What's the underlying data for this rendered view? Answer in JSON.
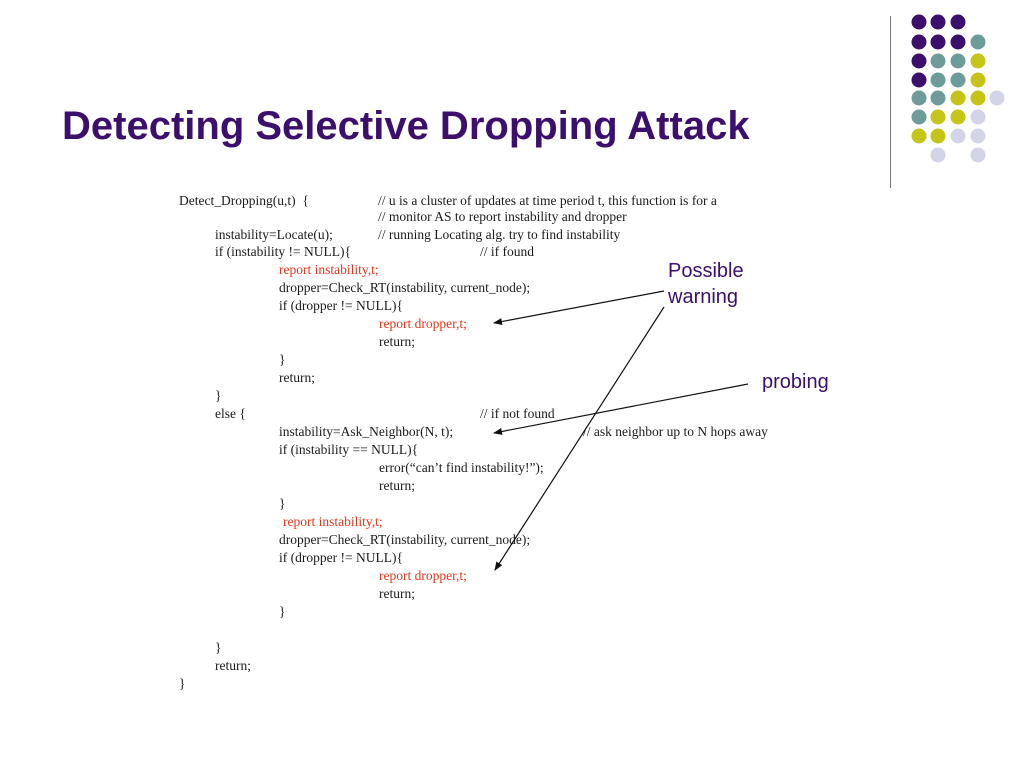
{
  "title": "Detecting Selective Dropping Attack",
  "colors": {
    "purple": "#3b0f6b",
    "teal": "#6e9c9b",
    "yellow": "#c6c419",
    "lavender": "#d4d4e8",
    "red": "#e8341c"
  },
  "dots": [
    {
      "c": "purple"
    },
    {
      "c": "purple"
    },
    {
      "c": "purple"
    },
    {
      "c": "purple"
    },
    {
      "c": "purple"
    },
    {
      "c": "purple"
    },
    {
      "c": "teal"
    },
    {
      "c": "purple"
    },
    {
      "c": "teal"
    },
    {
      "c": "teal"
    },
    {
      "c": "yellow"
    },
    {
      "c": "purple"
    },
    {
      "c": "teal"
    },
    {
      "c": "teal"
    },
    {
      "c": "yellow"
    },
    {
      "c": "teal"
    },
    {
      "c": "teal"
    },
    {
      "c": "yellow"
    },
    {
      "c": "yellow"
    },
    {
      "c": "lavender"
    },
    {
      "c": "teal"
    },
    {
      "c": "yellow"
    },
    {
      "c": "yellow"
    },
    {
      "c": "lavender"
    },
    {
      "c": "yellow"
    },
    {
      "c": "yellow"
    },
    {
      "c": "lavender"
    },
    {
      "c": "lavender"
    },
    {
      "c": "lavender"
    },
    {
      "c": "lavender"
    }
  ],
  "code": {
    "lines": [
      {
        "text": "Detect_Dropping(u,t)  {",
        "red": false
      },
      {
        "text": "// u is a cluster of updates at time period t, this function is for a",
        "red": false
      },
      {
        "text": "// monitor AS to report instability and dropper",
        "red": false
      },
      {
        "text": "instability=Locate(u);",
        "red": false
      },
      {
        "text": "// running Locating alg. try to find instability",
        "red": false
      },
      {
        "text": "if (instability != NULL){",
        "red": false
      },
      {
        "text": "// if found",
        "red": false
      },
      {
        "text": "report instability,t;",
        "red": true
      },
      {
        "text": "dropper=Check_RT(instability, current_node);",
        "red": false
      },
      {
        "text": "if (dropper != NULL){",
        "red": false
      },
      {
        "text": "report dropper,t;",
        "red": true
      },
      {
        "text": "return;",
        "red": false
      },
      {
        "text": "}",
        "red": false
      },
      {
        "text": "return;",
        "red": false
      },
      {
        "text": "}",
        "red": false
      },
      {
        "text": "else {",
        "red": false
      },
      {
        "text": "// if not found",
        "red": false
      },
      {
        "text": "instability=Ask_Neighbor(N, t);",
        "red": false
      },
      {
        "text": "// ask neighbor up to N hops away",
        "red": false
      },
      {
        "text": "if (instability == NULL){",
        "red": false
      },
      {
        "text": "error(“can’t find instability!”);",
        "red": false
      },
      {
        "text": "return;",
        "red": false
      },
      {
        "text": "}",
        "red": false
      },
      {
        "text": "report instability,t;",
        "red": true
      },
      {
        "text": "dropper=Check_RT(instability, current_node);",
        "red": false
      },
      {
        "text": "if (dropper != NULL){",
        "red": false
      },
      {
        "text": "report dropper,t;",
        "red": true
      },
      {
        "text": "return;",
        "red": false
      },
      {
        "text": "}",
        "red": false
      },
      {
        "text": "}",
        "red": false
      },
      {
        "text": "return;",
        "red": false
      },
      {
        "text": "}",
        "red": false
      }
    ]
  },
  "annotations": {
    "possible_line1": "Possible",
    "possible_line2": "warning",
    "probing": "probing"
  }
}
